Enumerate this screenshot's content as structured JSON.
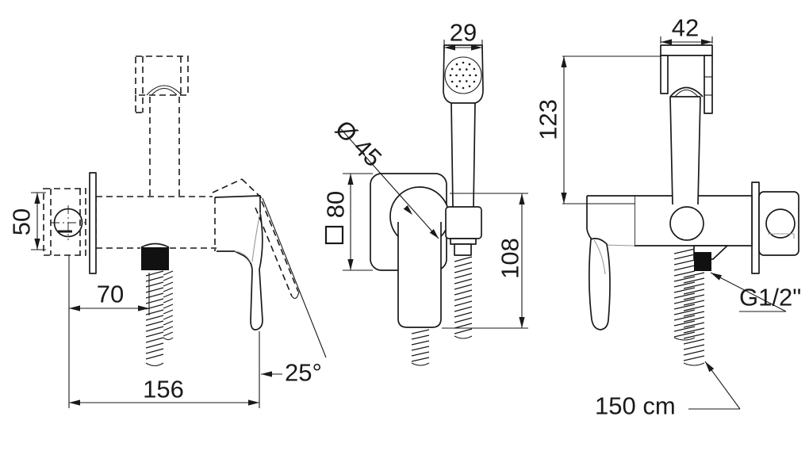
{
  "drawing": {
    "type": "technical-dimension-drawing",
    "subject": "wall-mounted bidet hand shower mixer set, three orthographic views",
    "line_color": "#1a1a1a",
    "background": "#ffffff",
    "views": {
      "left_side": {
        "name": "side view with hidden lines and handle swing angle",
        "dims": {
          "valve_height": "50",
          "hose_offset": "70",
          "total_width": "156",
          "handle_angle": "25°"
        }
      },
      "front": {
        "name": "front view of sprayer and mixer body",
        "dims": {
          "head_width": "29",
          "body_diameter": "Ø 45",
          "plate_square": "80",
          "body_height": "108"
        }
      },
      "right_side": {
        "name": "side view with wall elbow and hose",
        "dims": {
          "holder_width": "42",
          "sprayer_height": "123",
          "thread": "G1/2\"",
          "hose_length": "150 cm"
        }
      }
    }
  }
}
